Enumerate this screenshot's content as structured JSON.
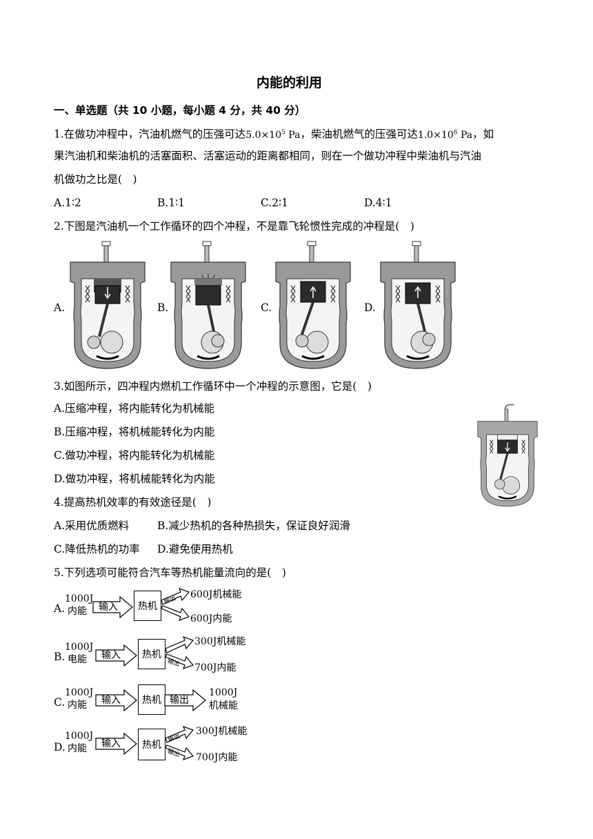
{
  "title": "内能的利用",
  "section": "一、单选题（共 10 小题，每小题 4 分，共 40 分）",
  "q1": {
    "line1_a": "1.在做功冲程中，汽油机燃气的压强可达",
    "p1_base": "5.0×10",
    "p1_exp": "5",
    "p1_unit": "Pa",
    "line1_b": "，柴油机燃气的压强可达",
    "p2_base": "1.0×10",
    "p2_exp": "6",
    "p2_unit": "Pa",
    "line1_c": "，如",
    "line2": "果汽油机和柴油机的活塞面积、活塞运动的距离都相同，则在一个做功冲程中柴油机与汽油",
    "line3": "机做功之比是(　)",
    "options": [
      "A.1∶2",
      "B.1∶1",
      "C.2∶1",
      "D.4∶1"
    ]
  },
  "q2": {
    "stem": "2.下图是汽油机一个工作循环的四个冲程，不是靠飞轮惯性完成的冲程是(　)",
    "options": [
      "A.",
      "B.",
      "C.",
      "D."
    ]
  },
  "q3": {
    "stem": "3.如图所示，四冲程内燃机工作循环中一个冲程的示意图，它是(　)",
    "options": [
      "A.压缩冲程，将内能转化为机械能",
      "B.压缩冲程，将机械能转化为内能",
      "C.做功冲程，将内能转化为机械能",
      "D.做功冲程，将机械能转化为内能"
    ]
  },
  "q4": {
    "stem": "4.提高热机效率的有效途径是(　)",
    "options": [
      "A.采用优质燃料",
      "B.减少热机的各种热损失，保证良好润滑",
      "C.降低热机的功率",
      "D.避免使用热机"
    ]
  },
  "q5": {
    "stem": "5.下列选项可能符合汽车等热机能量流向的是(　)",
    "options": [
      {
        "letter": "A.",
        "in_amount": "1000J",
        "in_type": "内能",
        "input": "输入",
        "engine": "热机",
        "output": "输出",
        "out1": "600J机械能",
        "out2": "600J内能"
      },
      {
        "letter": "B.",
        "in_amount": "1000J",
        "in_type": "电能",
        "input": "输入",
        "engine": "热机",
        "output": "输出",
        "out1": "300J机械能",
        "out2": "700J内能"
      },
      {
        "letter": "C.",
        "in_amount": "1000J",
        "in_type": "内能",
        "input": "输入",
        "engine": "热机",
        "output": "输出",
        "out1": "1000J",
        "out2": "机械能"
      },
      {
        "letter": "D.",
        "in_amount": "1000J",
        "in_type": "内能",
        "input": "输入",
        "engine": "热机",
        "output": "输出",
        "out1": "300J机械能",
        "out2": "700J内能"
      }
    ]
  }
}
